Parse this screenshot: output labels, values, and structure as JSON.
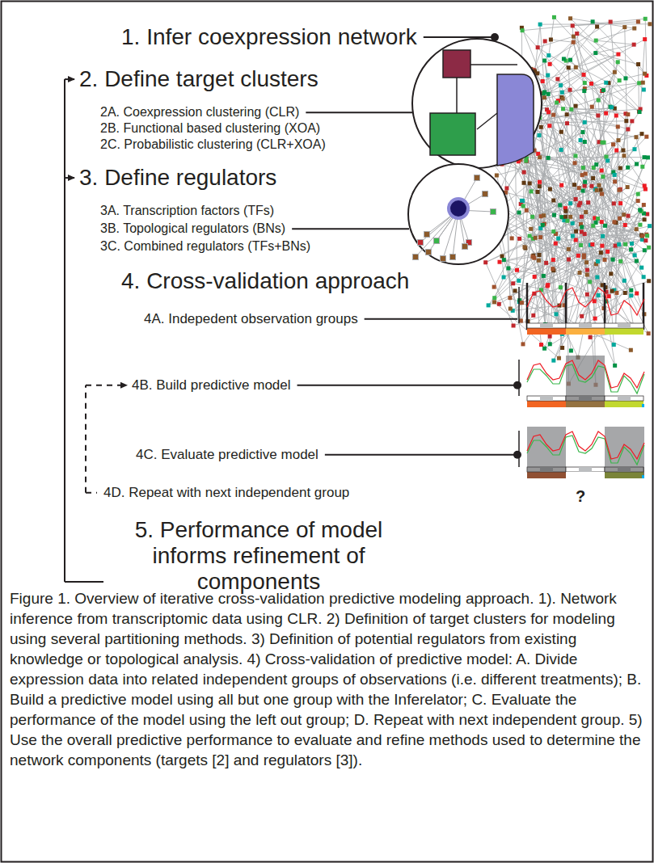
{
  "diagram": {
    "caption": "Figure 1. Overview of iterative cross-validation predictive modeling approach. 1). Network inference from transcriptomic data using CLR. 2) Definition of target clusters for modeling using several partitioning methods. 3) Definition of potential regulators from existing knowledge or topological analysis. 4) Cross-validation of predictive model: A. Divide expression data into related independent groups of observations (i.e. different treatments); B. Build a predictive model using all but one group with the Inferelator; C. Evaluate the performance of the model using the left out group; D. Repeat with next independent group. 5) Use the overall predictive performance to evaluate and refine methods used to determine the network components (targets [2] and regulators [3]).",
    "labels": [
      "1. Infer coexpression network",
      "2. Define target clusters",
      "2A. Coexpression clustering (CLR)",
      "2B. Functional based clustering (XOA)",
      "2C. Probabilistic clustering (CLR+XOA)",
      "3. Define regulators",
      "3A. Transcription factors (TFs)",
      "3B. Topological regulators (BNs)",
      "3C. Combined regulators (TFs+BNs)",
      "4. Cross-validation approach",
      "4A. Indepedent observation groups",
      "4B. Build predictive model",
      "4C. Evaluate predictive model",
      "4D. Repeat with next independent group",
      "5. Performance of model informs refinement of components",
      "?"
    ]
  }
}
